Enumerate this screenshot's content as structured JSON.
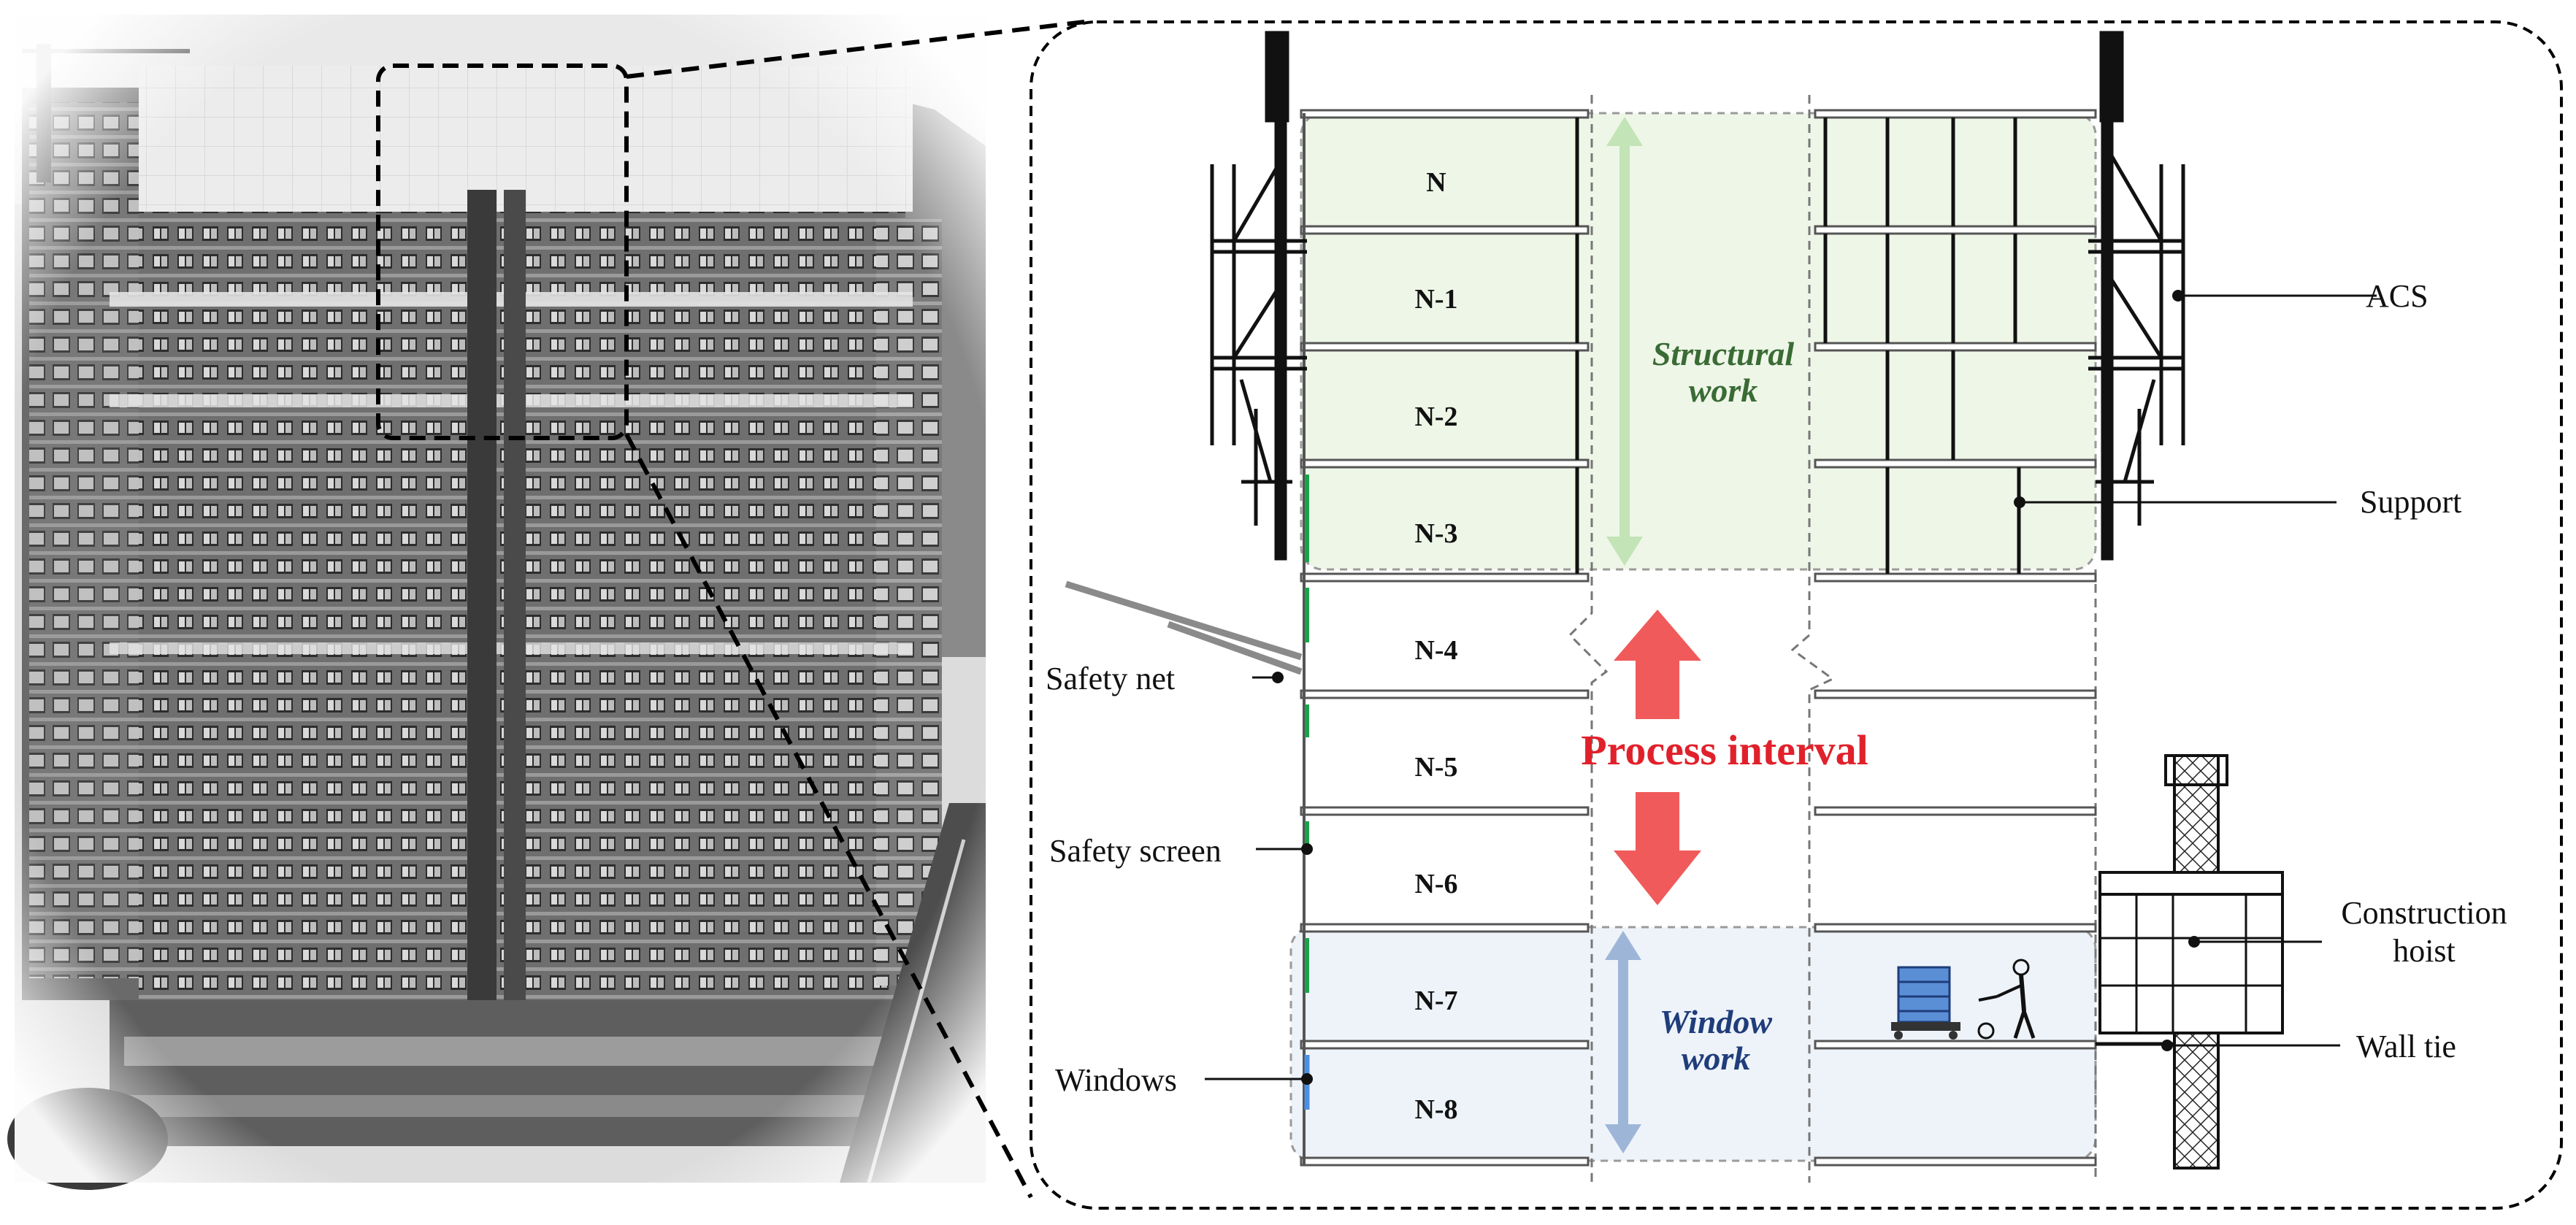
{
  "floors": [
    "N",
    "N-1",
    "N-2",
    "N-3",
    "N-4",
    "N-5",
    "N-6",
    "N-7",
    "N-8"
  ],
  "labels": {
    "structural_work": [
      "Structural",
      "work"
    ],
    "window_work": [
      "Window",
      "work"
    ],
    "process_interval": "Process interval",
    "acs": "ACS",
    "support": "Support",
    "safety_net": "Safety net",
    "safety_screen": "Safety screen",
    "windows": "Windows",
    "construction_hoist": [
      "Construction",
      "hoist"
    ],
    "wall_tie": "Wall tie"
  },
  "colors": {
    "structural_zone": "#eef6e8",
    "window_zone": "#eef3fa",
    "structural_arrow": "#c3e4b6",
    "window_arrow": "#9db6d8",
    "interval_arrow": "#f05a5a",
    "interval_text": "#e0212b",
    "structural_text": "#3a6b35",
    "window_text": "#1f3d7a",
    "safety_screen": "#1aa34a",
    "windows": "#4a90e2"
  }
}
